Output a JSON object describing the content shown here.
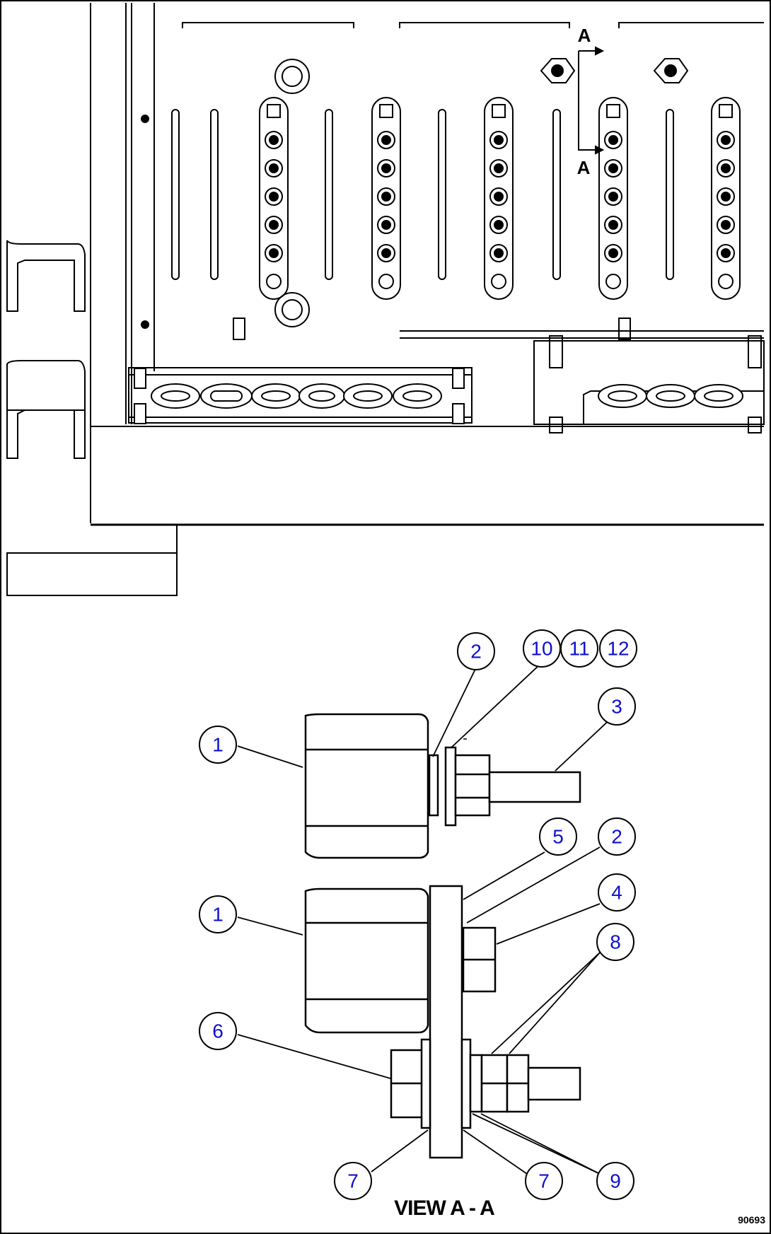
{
  "section_marker": {
    "top": "A",
    "bottom": "A"
  },
  "callouts": [
    {
      "id": "c1a",
      "text": "1"
    },
    {
      "id": "c2a",
      "text": "2"
    },
    {
      "id": "c10",
      "text": "10"
    },
    {
      "id": "c11",
      "text": "11"
    },
    {
      "id": "c12",
      "text": "12"
    },
    {
      "id": "c3",
      "text": "3"
    },
    {
      "id": "c1b",
      "text": "1"
    },
    {
      "id": "c5",
      "text": "5"
    },
    {
      "id": "c2b",
      "text": "2"
    },
    {
      "id": "c4",
      "text": "4"
    },
    {
      "id": "c8",
      "text": "8"
    },
    {
      "id": "c6",
      "text": "6"
    },
    {
      "id": "c7a",
      "text": "7"
    },
    {
      "id": "c7b",
      "text": "7"
    },
    {
      "id": "c9",
      "text": "9"
    }
  ],
  "view_caption": "VIEW A - A",
  "figure_code": "90693",
  "colors": {
    "callout_text": "#1010d0",
    "line": "#000000",
    "background": "#ffffff"
  }
}
